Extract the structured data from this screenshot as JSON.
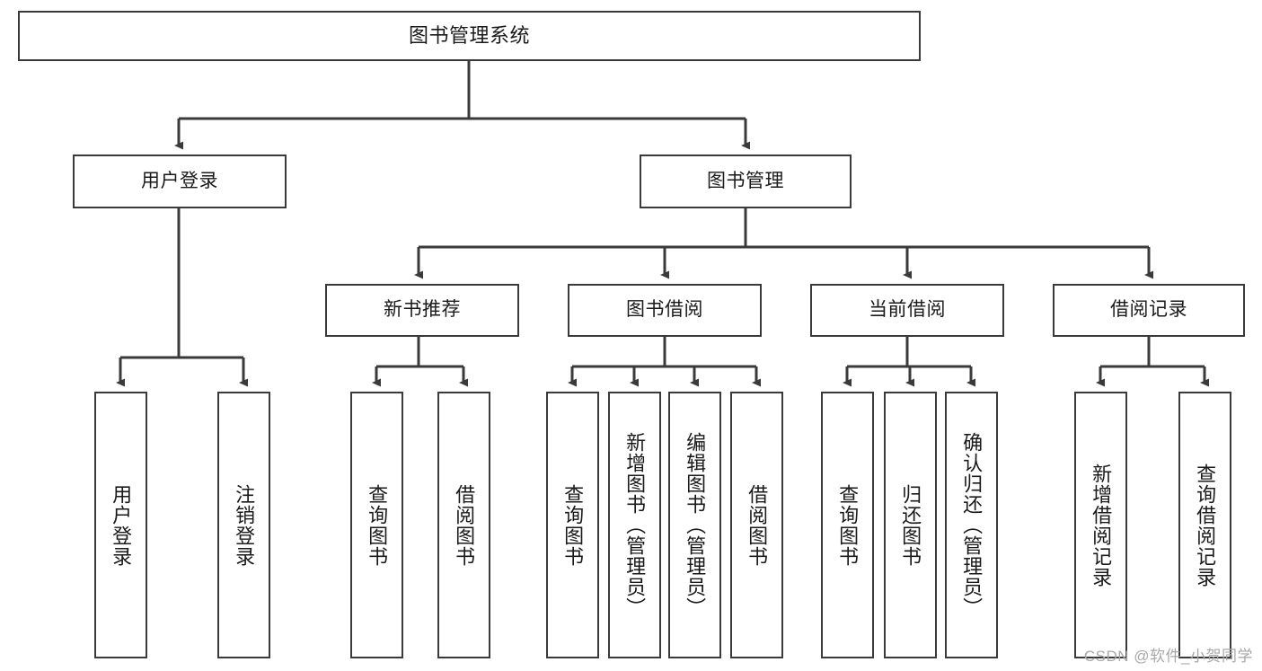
{
  "diagram": {
    "type": "tree",
    "title": "图书管理系统",
    "watermark": "CSDN @软件_小贺同学",
    "colors": {
      "box_border": "#3a3a3a",
      "box_fill": "#ffffff",
      "edge": "#3a3a3a",
      "text": "#1a1a1a",
      "watermark": "#a8a8a8",
      "background": "#ffffff"
    },
    "nodes": {
      "root": {
        "label": "图书管理系统"
      },
      "level2": [
        {
          "id": "user-login",
          "label": "用户登录"
        },
        {
          "id": "book-manage",
          "label": "图书管理"
        }
      ],
      "level3": [
        {
          "id": "new-book-recommend",
          "label": "新书推荐"
        },
        {
          "id": "book-borrow",
          "label": "图书借阅"
        },
        {
          "id": "current-borrow",
          "label": "当前借阅"
        },
        {
          "id": "borrow-record",
          "label": "借阅记录"
        }
      ],
      "leaves": {
        "user_login": [
          {
            "id": "leaf-user-login",
            "label": "用户登录"
          },
          {
            "id": "leaf-logout-login",
            "label": "注销登录"
          }
        ],
        "new_book_recommend": [
          {
            "id": "leaf-query-book-1",
            "label": "查询图书"
          },
          {
            "id": "leaf-borrow-book-1",
            "label": "借阅图书"
          }
        ],
        "book_borrow": [
          {
            "id": "leaf-query-book-2",
            "label": "查询图书"
          },
          {
            "id": "leaf-add-book",
            "label": "新增图书（管理员）"
          },
          {
            "id": "leaf-edit-book",
            "label": "编辑图书（管理员）"
          },
          {
            "id": "leaf-borrow-book-2",
            "label": "借阅图书"
          }
        ],
        "current_borrow": [
          {
            "id": "leaf-query-book-3",
            "label": "查询图书"
          },
          {
            "id": "leaf-return-book",
            "label": "归还图书"
          },
          {
            "id": "leaf-confirm-return",
            "label": "确认归还（管理员）"
          }
        ],
        "borrow_record": [
          {
            "id": "leaf-add-record",
            "label": "新增借阅记录"
          },
          {
            "id": "leaf-query-record",
            "label": "查询借阅记录"
          }
        ]
      }
    }
  }
}
